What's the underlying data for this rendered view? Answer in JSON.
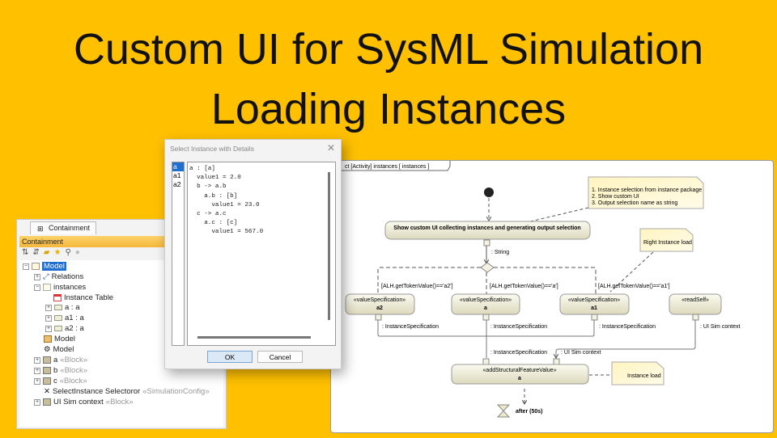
{
  "slide": {
    "title_line1": "Custom UI for SysML Simulation",
    "title_line2": "Loading Instances"
  },
  "containment": {
    "tab": "Containment",
    "header": "Containment",
    "tree": [
      {
        "label": "Model",
        "stereo": ""
      },
      {
        "label": "Relations",
        "stereo": ""
      },
      {
        "label": "instances",
        "stereo": ""
      },
      {
        "label": "Instance Table",
        "stereo": ""
      },
      {
        "label": "a : a",
        "stereo": ""
      },
      {
        "label": "a1 : a",
        "stereo": ""
      },
      {
        "label": "a2 : a",
        "stereo": ""
      },
      {
        "label": "Model",
        "stereo": ""
      },
      {
        "label": "Model",
        "stereo": ""
      },
      {
        "label": "a",
        "stereo": "«Block»"
      },
      {
        "label": "b",
        "stereo": "«Block»"
      },
      {
        "label": "c",
        "stereo": "«Block»"
      },
      {
        "label": "SelectInstance Selectoror",
        "stereo": "«SimulationConfig»"
      },
      {
        "label": "UI Sim context",
        "stereo": "«Block»"
      }
    ]
  },
  "dialog": {
    "title": "Select Instance with Details",
    "items": [
      "a",
      "a1",
      "a2"
    ],
    "selected": "a",
    "details": "a : [a]\n  value1 = 2.0\n  b -> a.b\n    a.b : [b]\n      value1 = 23.0\n  c -> a.c\n    a.c : [c]\n      value1 = 567.0",
    "ok": "OK",
    "cancel": "Cancel"
  },
  "diagram": {
    "frame": "ct [Activity] instances [ instances ]",
    "action_main": "Show custom UI collecting instances and generating output selection",
    "note1": [
      "1. Instance selection from instance package",
      "2. Show  custom UI",
      "3. Output selection name as string"
    ],
    "note2": "Right Instance load",
    "note3": "Instance load",
    "pin_string": ": String",
    "guards": [
      "[ALH.getTokenValue()=='a2']",
      "[ALH.getTokenValue()=='a']",
      "[ALH.getTokenValue()=='a1']"
    ],
    "vs_stereo": "«valueSpecification»",
    "vs_names": [
      "a2",
      "a",
      "a1"
    ],
    "readself": "«readSelf»",
    "pin_is": ": InstanceSpecification",
    "pin_ui": ": UI Sim context",
    "asfv_stereo": "«addStructuralFeatureValue»",
    "asfv_name": "a",
    "timer": "after (50s)"
  }
}
